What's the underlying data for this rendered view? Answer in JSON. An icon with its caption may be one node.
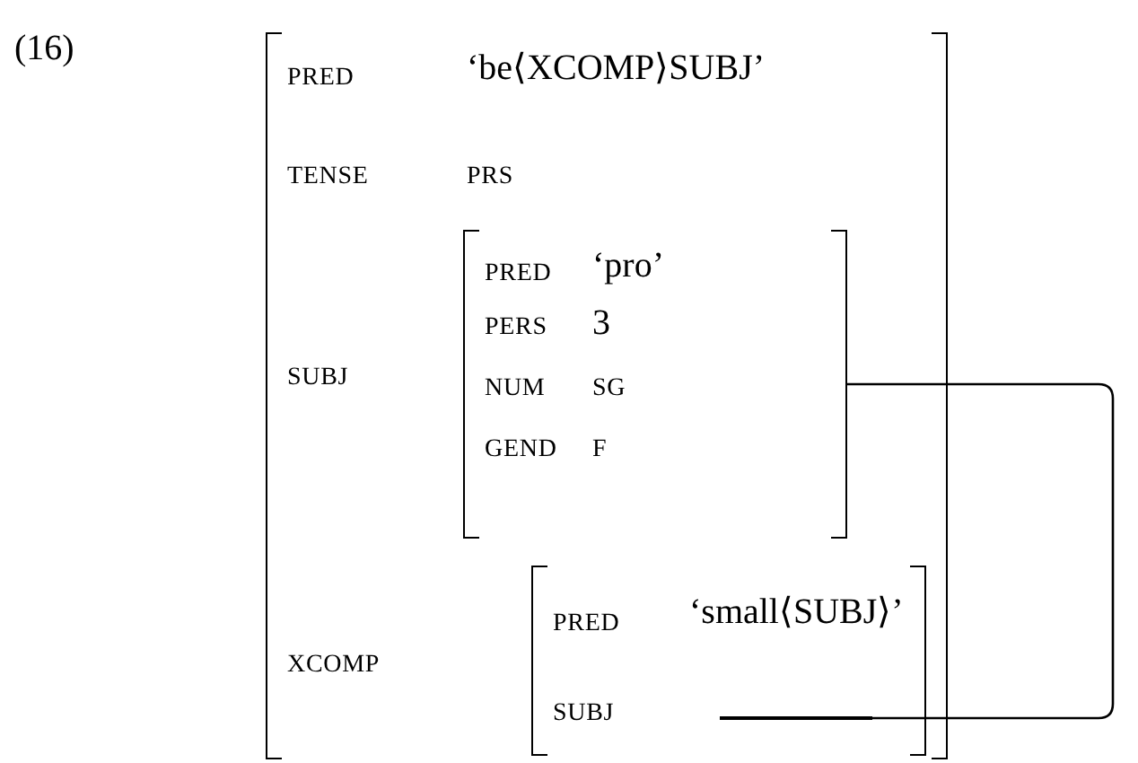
{
  "diagram": {
    "nodes": [
      {
        "text": [
          "PRED",
          "‘be⟨XCOMP⟩SUBJ’",
          "TENSE",
          "PRS",
          "SUBJ",
          "XCOMP"
        ]
      },
      {
        "text": [
          "PRED",
          "‘pro’",
          "PERS",
          "3",
          "NUM",
          "SG",
          "GEND",
          "F"
        ],
        "in": 0
      },
      {
        "text": [
          "PRED",
          "‘small⟨SUBJ⟩’",
          "SUBJ"
        ],
        "in": 0
      },
      {
        "text": [],
        "shape": "bar",
        "in": 2
      }
    ],
    "edges": [
      {
        "from": 1,
        "to": 3,
        "arrow": "none"
      }
    ],
    "labels": [
      "(16)"
    ]
  }
}
